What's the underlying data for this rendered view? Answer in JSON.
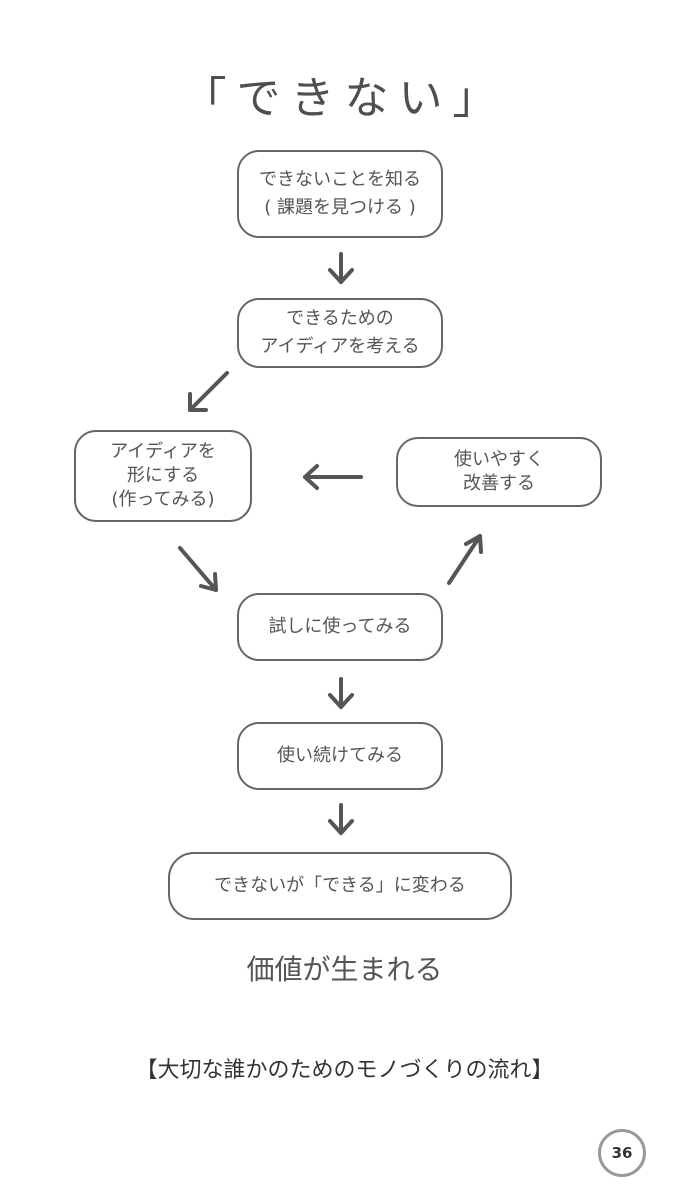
{
  "title": "「できない」",
  "nodes": {
    "know": {
      "line1": "できないことを知る",
      "line2": "( 課題を見つける )"
    },
    "think": {
      "line1": "できるための",
      "line2": "アイディアを考える"
    },
    "shape": {
      "line1": "アイディアを",
      "line2": "形にする",
      "line3": "(作ってみる)"
    },
    "improve": {
      "line1": "使いやすく",
      "line2": "改善する"
    },
    "try": {
      "line1": "試しに使ってみる"
    },
    "continue": {
      "line1": "使い続けてみる"
    },
    "change": {
      "line1": "できないが「できる」に変わる"
    }
  },
  "result": "価値が生まれる",
  "caption": "【大切な誰かのためのモノづくりの流れ】",
  "page_number": "36",
  "colors": {
    "stroke": "#666666",
    "text": "#555555",
    "arrow": "#555555"
  }
}
